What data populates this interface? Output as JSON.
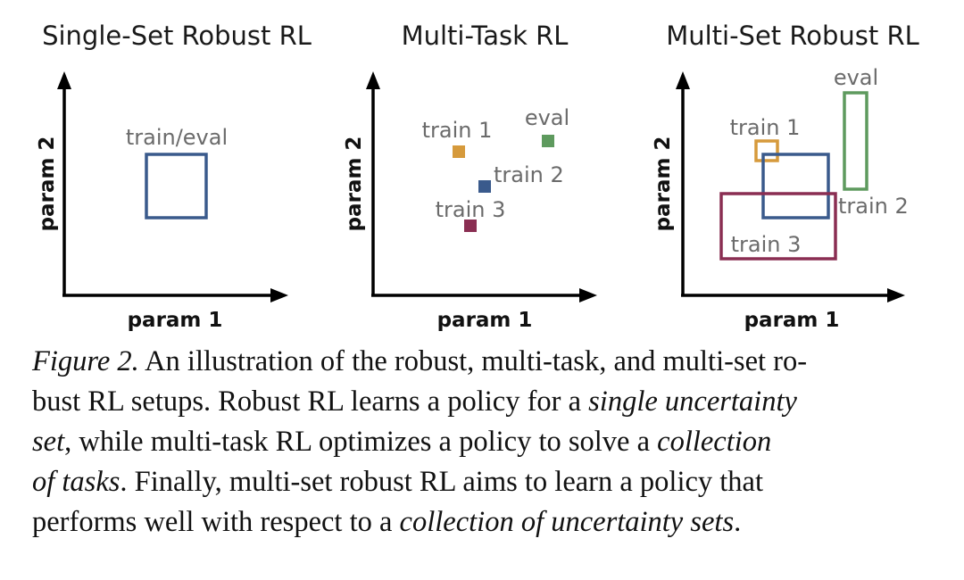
{
  "colors": {
    "blue": "#3a5a8c",
    "orange": "#d69a3c",
    "green": "#5e9a5e",
    "maroon": "#8a2e52",
    "axis": "#000000",
    "label_gray": "#6b6b6b"
  },
  "panels": [
    {
      "title": "Single-Set Robust RL",
      "xlabel": "param 1",
      "ylabel": "param 2",
      "regions": [
        {
          "label": "train/eval",
          "color": "blue",
          "shape": "rectangle"
        }
      ]
    },
    {
      "title": "Multi-Task RL",
      "xlabel": "param 1",
      "ylabel": "param 2",
      "regions": [
        {
          "label": "train 1",
          "color": "orange",
          "shape": "point"
        },
        {
          "label": "eval",
          "color": "green",
          "shape": "point"
        },
        {
          "label": "train 2",
          "color": "blue",
          "shape": "point"
        },
        {
          "label": "train 3",
          "color": "maroon",
          "shape": "point"
        }
      ]
    },
    {
      "title": "Multi-Set Robust RL",
      "xlabel": "param 1",
      "ylabel": "param 2",
      "regions": [
        {
          "label": "eval",
          "color": "green",
          "shape": "rectangle"
        },
        {
          "label": "train 1",
          "color": "orange",
          "shape": "rectangle"
        },
        {
          "label": "train 2",
          "color": "blue",
          "shape": "rectangle"
        },
        {
          "label": "train 3",
          "color": "maroon",
          "shape": "rectangle"
        }
      ]
    }
  ],
  "caption": {
    "figure_label": "Figure 2.",
    "line1": " An illustration of the robust, multi-task, and multi-set ro-",
    "line2_a": "bust RL setups. Robust RL learns a policy for a ",
    "line2_em": "single uncertainty",
    "line3_em": "set",
    "line3_b": ", while multi-task RL optimizes a policy to solve a ",
    "line3_em2": "collection",
    "line4_em": "of tasks",
    "line4_b": ". Finally, multi-set robust RL aims to learn a policy that",
    "line5_a": "performs well with respect to a ",
    "line5_em": "collection of uncertainty sets",
    "line5_b": "."
  }
}
